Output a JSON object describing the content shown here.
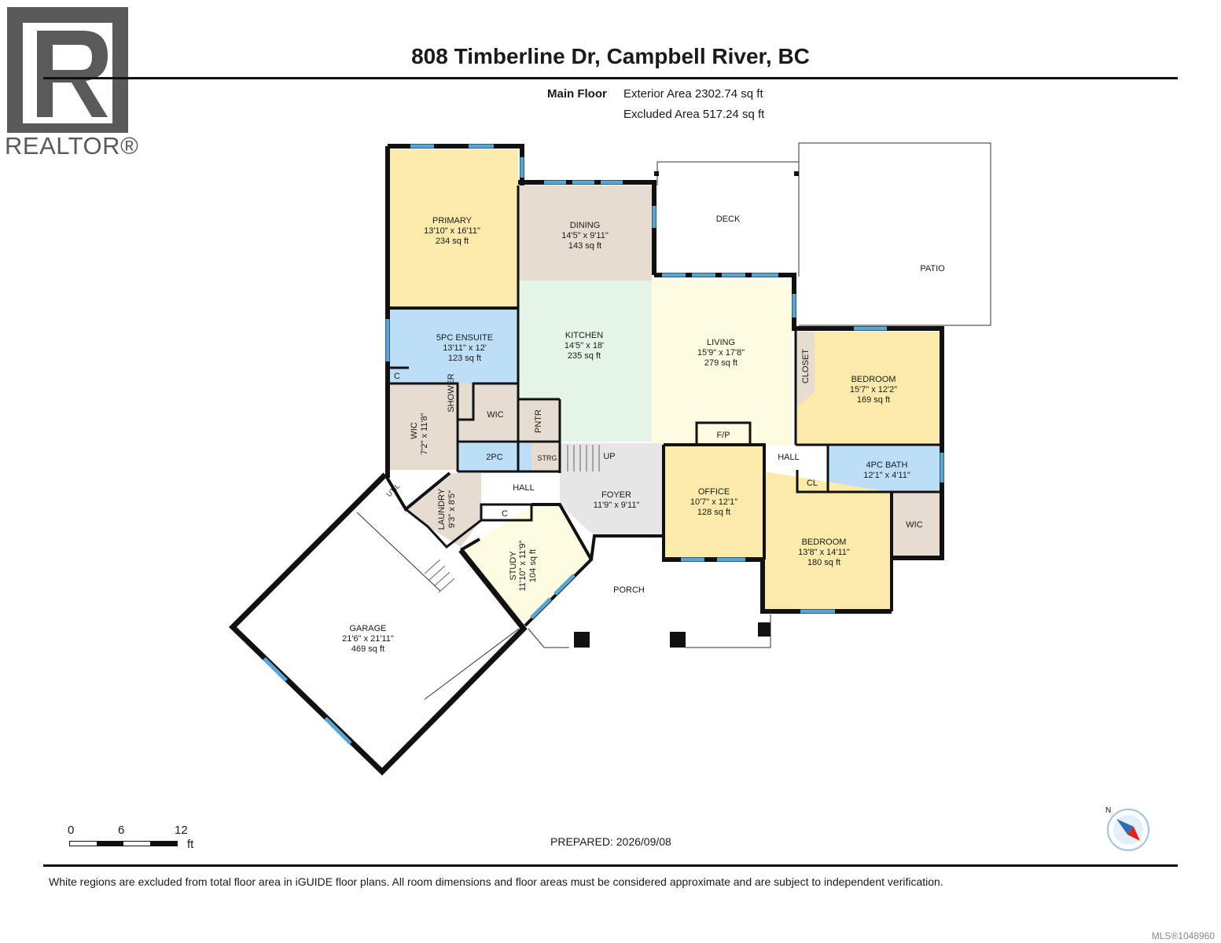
{
  "brand": {
    "wordmark": "REALTOR®",
    "logo_letter": "R"
  },
  "header": {
    "title": "808 Timberline Dr, Campbell River, BC"
  },
  "areas": {
    "floor_label": "Main Floor",
    "exterior": "Exterior Area 2302.74 sq ft",
    "excluded": "Excluded Area 517.24 sq ft"
  },
  "rooms": {
    "primary": {
      "name": "PRIMARY",
      "dims": "13'10\" x 16'11\"",
      "area": "234 sq ft"
    },
    "dining": {
      "name": "DINING",
      "dims": "14'5\" x 9'11\"",
      "area": "143 sq ft"
    },
    "deck": {
      "name": "DECK"
    },
    "patio": {
      "name": "PATIO"
    },
    "ensuite": {
      "name": "5PC ENSUITE",
      "dims": "13'11\" x 12'",
      "area": "123 sq ft"
    },
    "kitchen": {
      "name": "KITCHEN",
      "dims": "14'5\" x 18'",
      "area": "235 sq ft"
    },
    "living": {
      "name": "LIVING",
      "dims": "15'9\" x 17'8\"",
      "area": "279 sq ft"
    },
    "bedroom1": {
      "name": "BEDROOM",
      "dims": "15'7\" x 12'2\"",
      "area": "169 sq ft"
    },
    "closet": {
      "name": "CLOSET"
    },
    "c1": {
      "name": "C"
    },
    "shower": {
      "name": "SHOWER"
    },
    "wic1": {
      "name": "WIC"
    },
    "wic2": {
      "name": "WIC",
      "dims": "7'2\" x 11'8\""
    },
    "pntr": {
      "name": "PNTR"
    },
    "fp": {
      "name": "F/P"
    },
    "hall1": {
      "name": "HALL"
    },
    "bath4": {
      "name": "4PC BATH",
      "dims": "12'1\" x 4'11\""
    },
    "twopc": {
      "name": "2PC"
    },
    "strg": {
      "name": "STRG"
    },
    "up": {
      "name": "UP"
    },
    "cl": {
      "name": "CL"
    },
    "util": {
      "name": "UTIL"
    },
    "laundry": {
      "name": "LAUNDRY",
      "dims": "9'3\" x 8'5\""
    },
    "hall2": {
      "name": "HALL"
    },
    "foyer": {
      "name": "FOYER",
      "dims": "11'9\" x 9'11\""
    },
    "office": {
      "name": "OFFICE",
      "dims": "10'7\" x 12'1\"",
      "area": "128 sq ft"
    },
    "wic3": {
      "name": "WIC"
    },
    "c2": {
      "name": "C"
    },
    "bedroom2": {
      "name": "BEDROOM",
      "dims": "13'8\" x 14'11\"",
      "area": "180 sq ft"
    },
    "study": {
      "name": "STUDY",
      "dims": "11'10\" x 11'9\"",
      "area": "104 sq ft"
    },
    "porch": {
      "name": "PORCH"
    },
    "garage": {
      "name": "GARAGE",
      "dims": "21'6\" x 21'11\"",
      "area": "469 sq ft"
    }
  },
  "colors": {
    "primary": "#fbeaa9",
    "dining": "#e6ddd0",
    "ensuite": "#bcdff7",
    "kitchen": "#e4f4e6",
    "living": "#fdfbe0",
    "bedroom": "#fbeaa9",
    "office": "#fbeaa9",
    "study": "#fdfbe0",
    "wic": "#e6ddd0",
    "foyer": "#e6e6e6",
    "window": "#58a6d6",
    "wall": "#111111"
  },
  "scale": {
    "t0": "0",
    "t6": "6",
    "t12": "12",
    "unit": "ft"
  },
  "compass": {
    "label": "N",
    "icon": "compass-icon"
  },
  "footer": {
    "prepared": "PREPARED: 2026/09/08",
    "disclaimer": "White regions are excluded from total floor area in iGUIDE floor plans. All room dimensions and floor areas must be considered approximate and are subject to independent verification.",
    "mls": "MLS®1048960"
  }
}
